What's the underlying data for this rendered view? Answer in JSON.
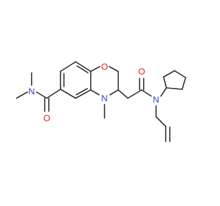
{
  "molecule": {
    "atom_labels": {
      "ring_oxygen": "O",
      "amide_oxygen_right": "O",
      "amide_nitrogen_right": "N",
      "ring_nitrogen": "N",
      "ring_n_methyl": "",
      "amide_oxygen_left": "O",
      "amide_nitrogen_left": "N"
    },
    "colors": {
      "bond": "#2b2b2b",
      "oxygen": "#e8231c",
      "nitrogen": "#2f3fd9"
    }
  }
}
